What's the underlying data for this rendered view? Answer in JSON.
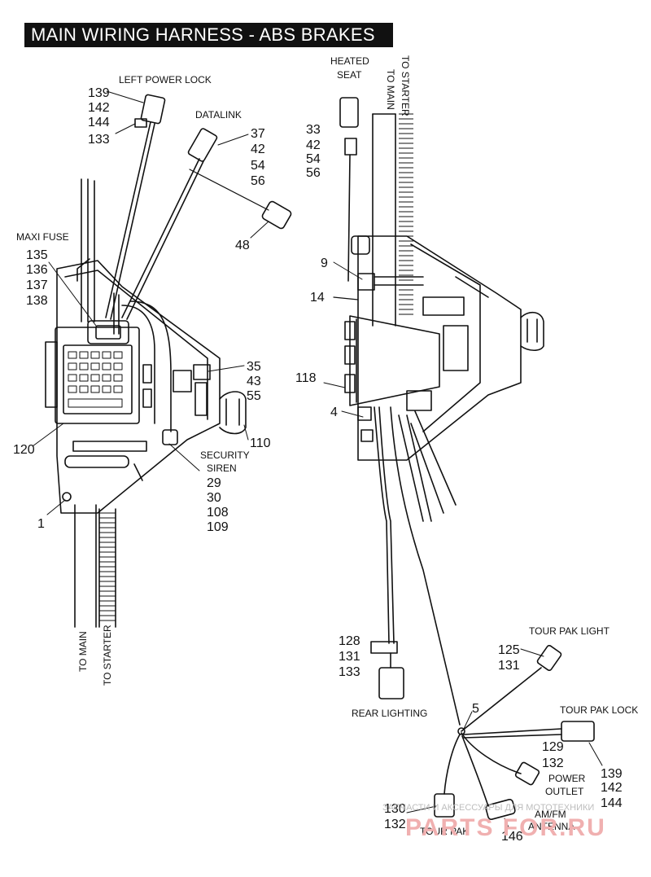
{
  "title": "MAIN WIRING HARNESS - ABS BRAKES",
  "left_callouts": {
    "left_power_lock": {
      "label": "LEFT POWER LOCK",
      "numbers": [
        "139",
        "142",
        "144",
        "133"
      ]
    },
    "datalink": {
      "label": "DATALINK",
      "numbers": [
        "37",
        "42",
        "54",
        "56"
      ]
    },
    "n48": "48",
    "maxi_fuse": {
      "label": "MAXI FUSE",
      "numbers": [
        "135",
        "136",
        "137",
        "138"
      ]
    },
    "n35_43_55": [
      "35",
      "43",
      "55"
    ],
    "n110": "110",
    "n120": "120",
    "security_siren": {
      "label_line1": "SECURITY",
      "label_line2": "SIREN",
      "numbers": [
        "29",
        "30",
        "108",
        "109"
      ]
    },
    "n1": "1",
    "to_main": "TO MAIN",
    "to_starter": "TO STARTER"
  },
  "right_callouts": {
    "heated_seat": {
      "label_line1": "HEATED",
      "label_line2": "SEAT",
      "numbers": [
        "33",
        "42",
        "54",
        "56"
      ]
    },
    "to_main": "TO MAIN",
    "to_starter": "TO STARTER",
    "n9": "9",
    "n14": "14",
    "n118": "118",
    "n4": "4",
    "rear_lighting": {
      "label": "REAR LIGHTING",
      "numbers": [
        "128",
        "131",
        "133"
      ]
    },
    "tour_pak_light": {
      "label": "TOUR PAK LIGHT",
      "numbers": [
        "125",
        "131"
      ]
    },
    "n5": "5",
    "tour_pak_lock": {
      "label": "TOUR PAK LOCK",
      "numbers": [
        "129",
        "132"
      ]
    },
    "n139_142_144": [
      "139",
      "142",
      "144"
    ],
    "power_outlet": {
      "label_line1": "POWER",
      "label_line2": "OUTLET"
    },
    "tour_pak": {
      "label": "TOUR PAK",
      "numbers": [
        "130",
        "132"
      ]
    },
    "am_fm": {
      "label_line1": "AM/FM",
      "label_line2": "ANTENNA",
      "number": "146"
    }
  },
  "watermark": {
    "line1": "ЗАПЧАСТИ И АКСЕССУАРЫ ДЛЯ МОТОТЕХНИКИ",
    "line2": "PARTS FOR.RU"
  }
}
